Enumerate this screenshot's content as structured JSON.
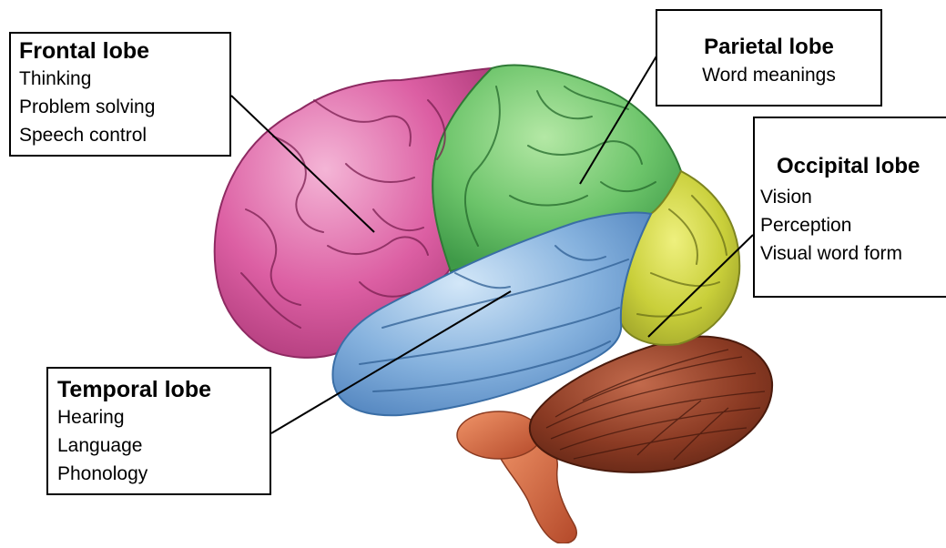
{
  "colors": {
    "frontal": "#d9539b",
    "parietal": "#6cc46a",
    "temporal": "#79a8d8",
    "occipital": "#c9cf3a",
    "cerebellum": "#8a3a23",
    "brainstem": "#d0633c"
  },
  "labels": {
    "frontal": {
      "title": "Frontal lobe",
      "lines": [
        "Thinking",
        "Problem solving",
        "Speech control"
      ]
    },
    "parietal": {
      "title": "Parietal lobe",
      "lines": [
        "Word meanings"
      ]
    },
    "occipital": {
      "title": "Occipital lobe",
      "lines": [
        "Vision",
        "Perception",
        "Visual word form"
      ]
    },
    "temporal": {
      "title": "Temporal lobe",
      "lines": [
        "Hearing",
        "Language",
        "Phonology"
      ]
    }
  }
}
